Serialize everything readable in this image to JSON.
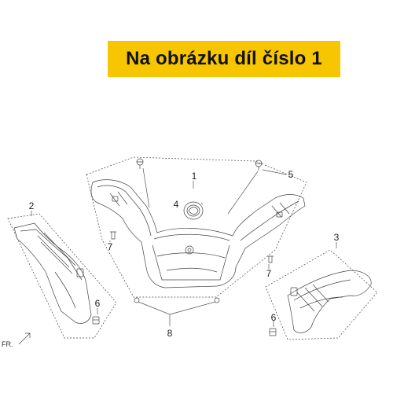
{
  "banner": {
    "text": "Na obrázku díl číslo 1",
    "color": "#f7c600"
  },
  "diagram": {
    "callouts": {
      "c1": "1",
      "c2": "2",
      "c3": "3",
      "c4": "4",
      "c5": "5",
      "c6a": "6",
      "c6b": "6",
      "c7a": "7",
      "c7b": "7",
      "c8": "8"
    },
    "direction": "FR."
  }
}
